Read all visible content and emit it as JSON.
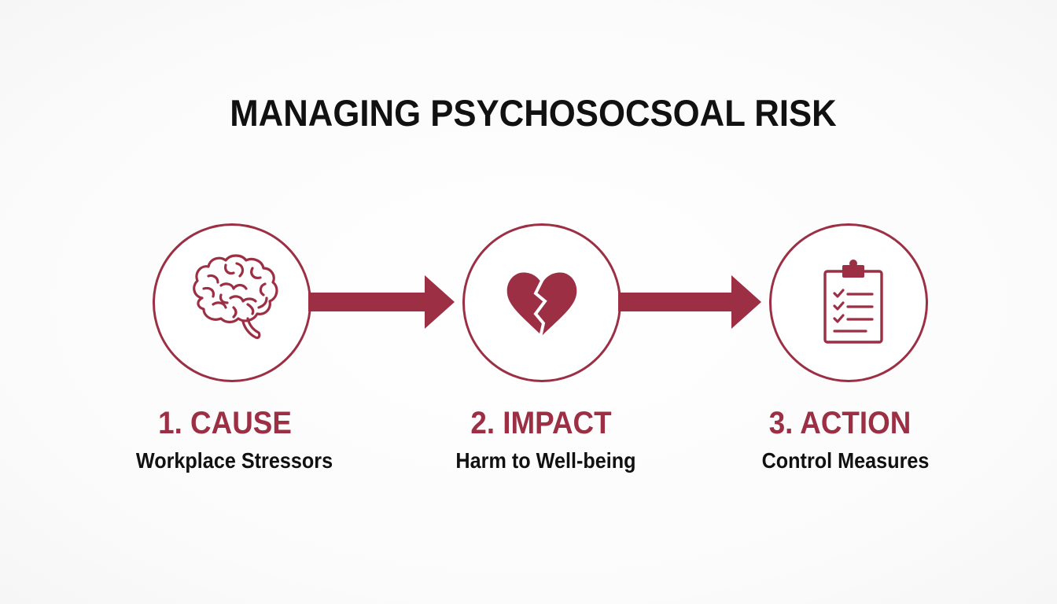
{
  "title": "MANAGING PSYCHOSOCSOAL RISK",
  "accent_color": "#9c2f44",
  "steps": [
    {
      "title": "1. CAUSE",
      "subtitle": "Workplace Stressors",
      "icon": "brain-icon"
    },
    {
      "title": "2. IMPACT",
      "subtitle": "Harm to Well-being",
      "icon": "broken-heart-icon"
    },
    {
      "title": "3. ACTION",
      "subtitle": "Control Measures",
      "icon": "clipboard-checklist-icon"
    }
  ]
}
